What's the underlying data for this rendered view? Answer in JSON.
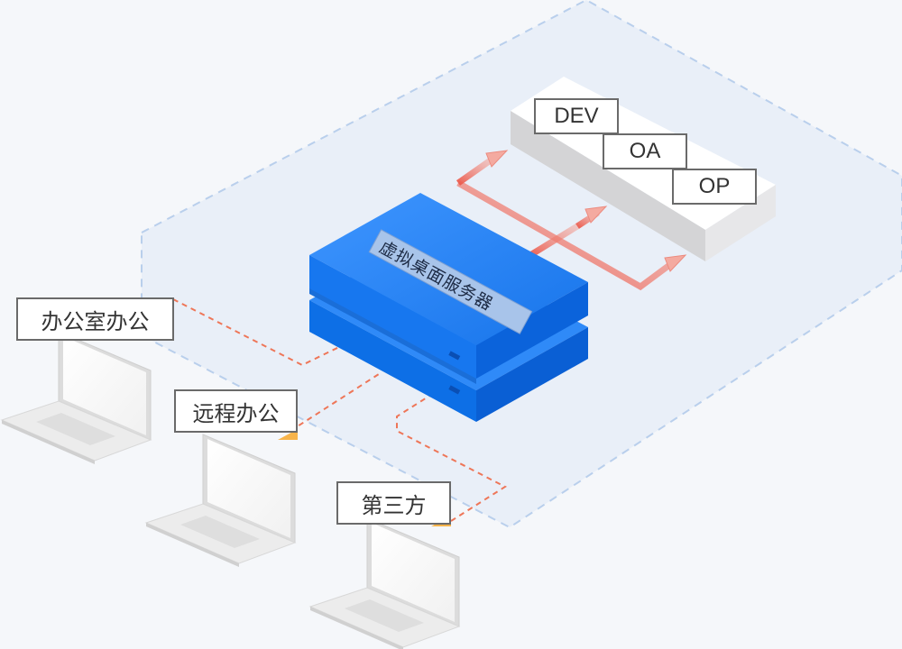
{
  "server": {
    "label": "虚拟桌面服务器"
  },
  "environments": [
    {
      "label": "DEV"
    },
    {
      "label": "OA"
    },
    {
      "label": "OP"
    }
  ],
  "clients": [
    {
      "label": "办公室办公"
    },
    {
      "label": "远程办公"
    },
    {
      "label": "第三方"
    }
  ],
  "colors": {
    "background": "#f5f7fa",
    "zone_fill": "#e9eff8",
    "zone_border": "#b9cfec",
    "server_blue": "#1c7bee",
    "server_blue_dark": "#0a5fd4",
    "arrow_red": "#ec6a5c",
    "dashed_link": "#ee7658",
    "label_border": "#6a6a6a",
    "laptop_body": "#e6e6e6"
  }
}
